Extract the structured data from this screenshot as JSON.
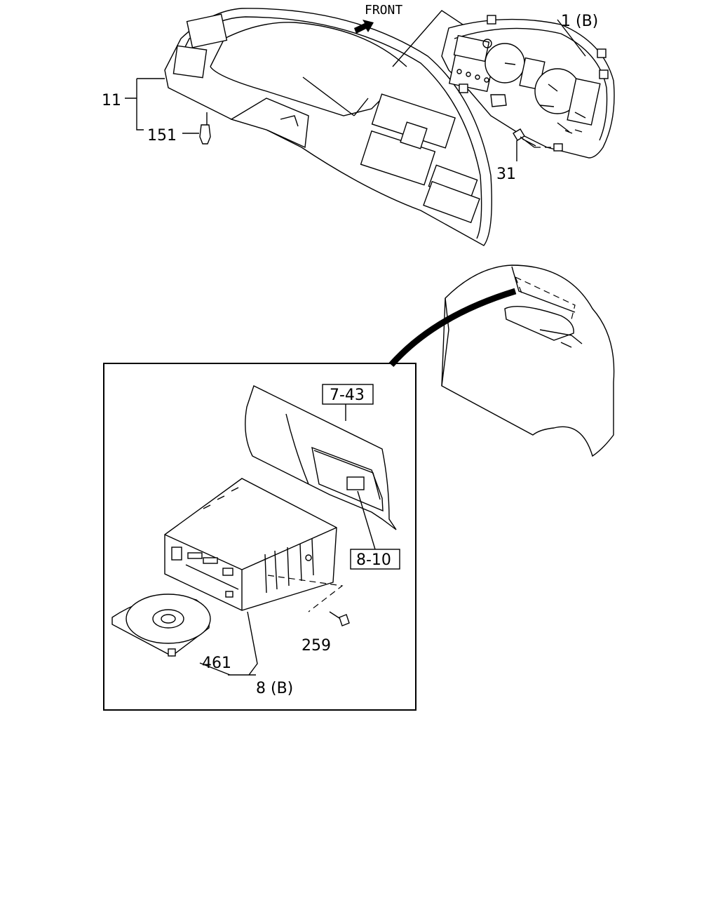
{
  "labels": {
    "front": "FRONT",
    "meter": "1 (B)",
    "panel": "11",
    "clip": "151",
    "screw_meter": "31",
    "box_ref_1": "7-43",
    "box_ref_2": "8-10",
    "bolt": "259",
    "disc": "461",
    "unit": "8 (B)"
  },
  "colors": {
    "line": "#000000",
    "background": "#ffffff"
  }
}
